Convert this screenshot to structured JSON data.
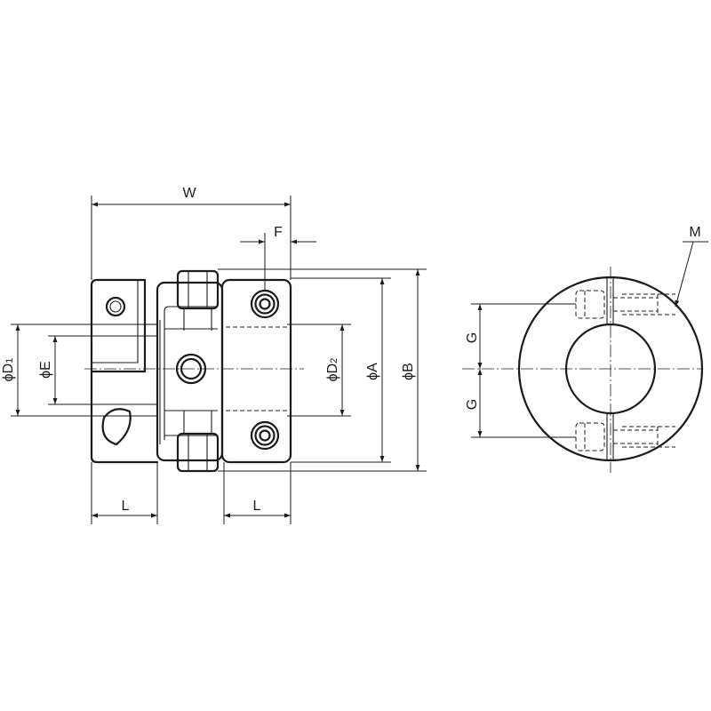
{
  "labels": {
    "W": "W",
    "F": "F",
    "M": "M",
    "D1": {
      "main": "ϕD",
      "sub": "1"
    },
    "E": "ϕE",
    "D2": {
      "main": "ϕD",
      "sub": "2"
    },
    "A": "ϕA",
    "B": "ϕB",
    "G_top": "G",
    "G_bottom": "G",
    "L_left": "L",
    "L_right": "L"
  }
}
